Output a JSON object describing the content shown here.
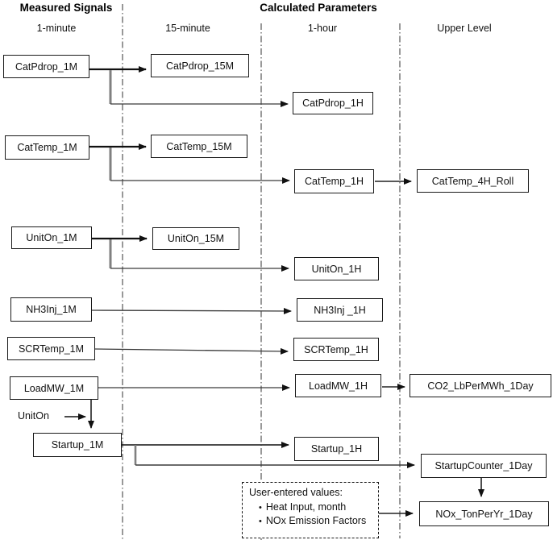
{
  "titles": {
    "measured_signals": "Measured Signals",
    "calculated_parameters": "Calculated Parameters"
  },
  "columns": {
    "col_1min": "1-minute",
    "col_15min": "15-minute",
    "col_1hour": "1-hour",
    "col_upper": "Upper Level"
  },
  "nodes": {
    "catpdrop_1m": "CatPdrop_1M",
    "catpdrop_15m": "CatPdrop_15M",
    "catpdrop_1h": "CatPdrop_1H",
    "cattemp_1m": "CatTemp_1M",
    "cattemp_15m": "CatTemp_15M",
    "cattemp_1h": "CatTemp_1H",
    "cattemp_4h_roll": "CatTemp_4H_Roll",
    "uniton_1m": "UnitOn_1M",
    "uniton_15m": "UnitOn_15M",
    "uniton_1h": "UnitOn_1H",
    "nh3inj_1m": "NH3Inj_1M",
    "nh3inj_1h": "NH3Inj _1H",
    "scrtemp_1m": "SCRTemp_1M",
    "scrtemp_1h": "SCRTemp_1H",
    "loadmw_1m": "LoadMW_1M",
    "loadmw_1h": "LoadMW_1H",
    "co2_lbpermwh_1day": "CO2_LbPerMWh_1Day",
    "startup_1m": "Startup_1M",
    "startup_1h": "Startup_1H",
    "startupcounter_1day": "StartupCounter_1Day",
    "nox_tonperyr_1day": "NOx_TonPerYr_1Day"
  },
  "annotations": {
    "uniton_input": "UnitOn"
  },
  "user_entered": {
    "title": "User-entered values:",
    "bullet": "•",
    "items": [
      "Heat Input, month",
      "NOx Emission Factors"
    ]
  },
  "edges": [
    {
      "from": "CatPdrop_1M",
      "to": "CatPdrop_15M"
    },
    {
      "from": "CatPdrop_1M",
      "to": "CatPdrop_1H"
    },
    {
      "from": "CatTemp_1M",
      "to": "CatTemp_15M"
    },
    {
      "from": "CatTemp_1M",
      "to": "CatTemp_1H"
    },
    {
      "from": "CatTemp_1H",
      "to": "CatTemp_4H_Roll"
    },
    {
      "from": "UnitOn_1M",
      "to": "UnitOn_15M"
    },
    {
      "from": "UnitOn_1M",
      "to": "UnitOn_1H"
    },
    {
      "from": "NH3Inj_1M",
      "to": "NH3Inj _1H"
    },
    {
      "from": "SCRTemp_1M",
      "to": "SCRTemp_1H"
    },
    {
      "from": "LoadMW_1M",
      "to": "LoadMW_1H"
    },
    {
      "from": "LoadMW_1H",
      "to": "CO2_LbPerMWh_1Day"
    },
    {
      "from": "LoadMW_1M",
      "to": "Startup_1M"
    },
    {
      "from": "UnitOn",
      "to": "Startup_1M"
    },
    {
      "from": "Startup_1M",
      "to": "Startup_1H"
    },
    {
      "from": "Startup_1M",
      "to": "StartupCounter_1Day"
    },
    {
      "from": "StartupCounter_1Day",
      "to": "NOx_TonPerYr_1Day"
    },
    {
      "from": "User-entered values",
      "to": "NOx_TonPerYr_1Day"
    }
  ],
  "colors": {
    "background": "#ffffff",
    "box_border": "#1a1a1a",
    "connector": "#333333",
    "branch_gray": "#808080",
    "separator": "#555555"
  }
}
